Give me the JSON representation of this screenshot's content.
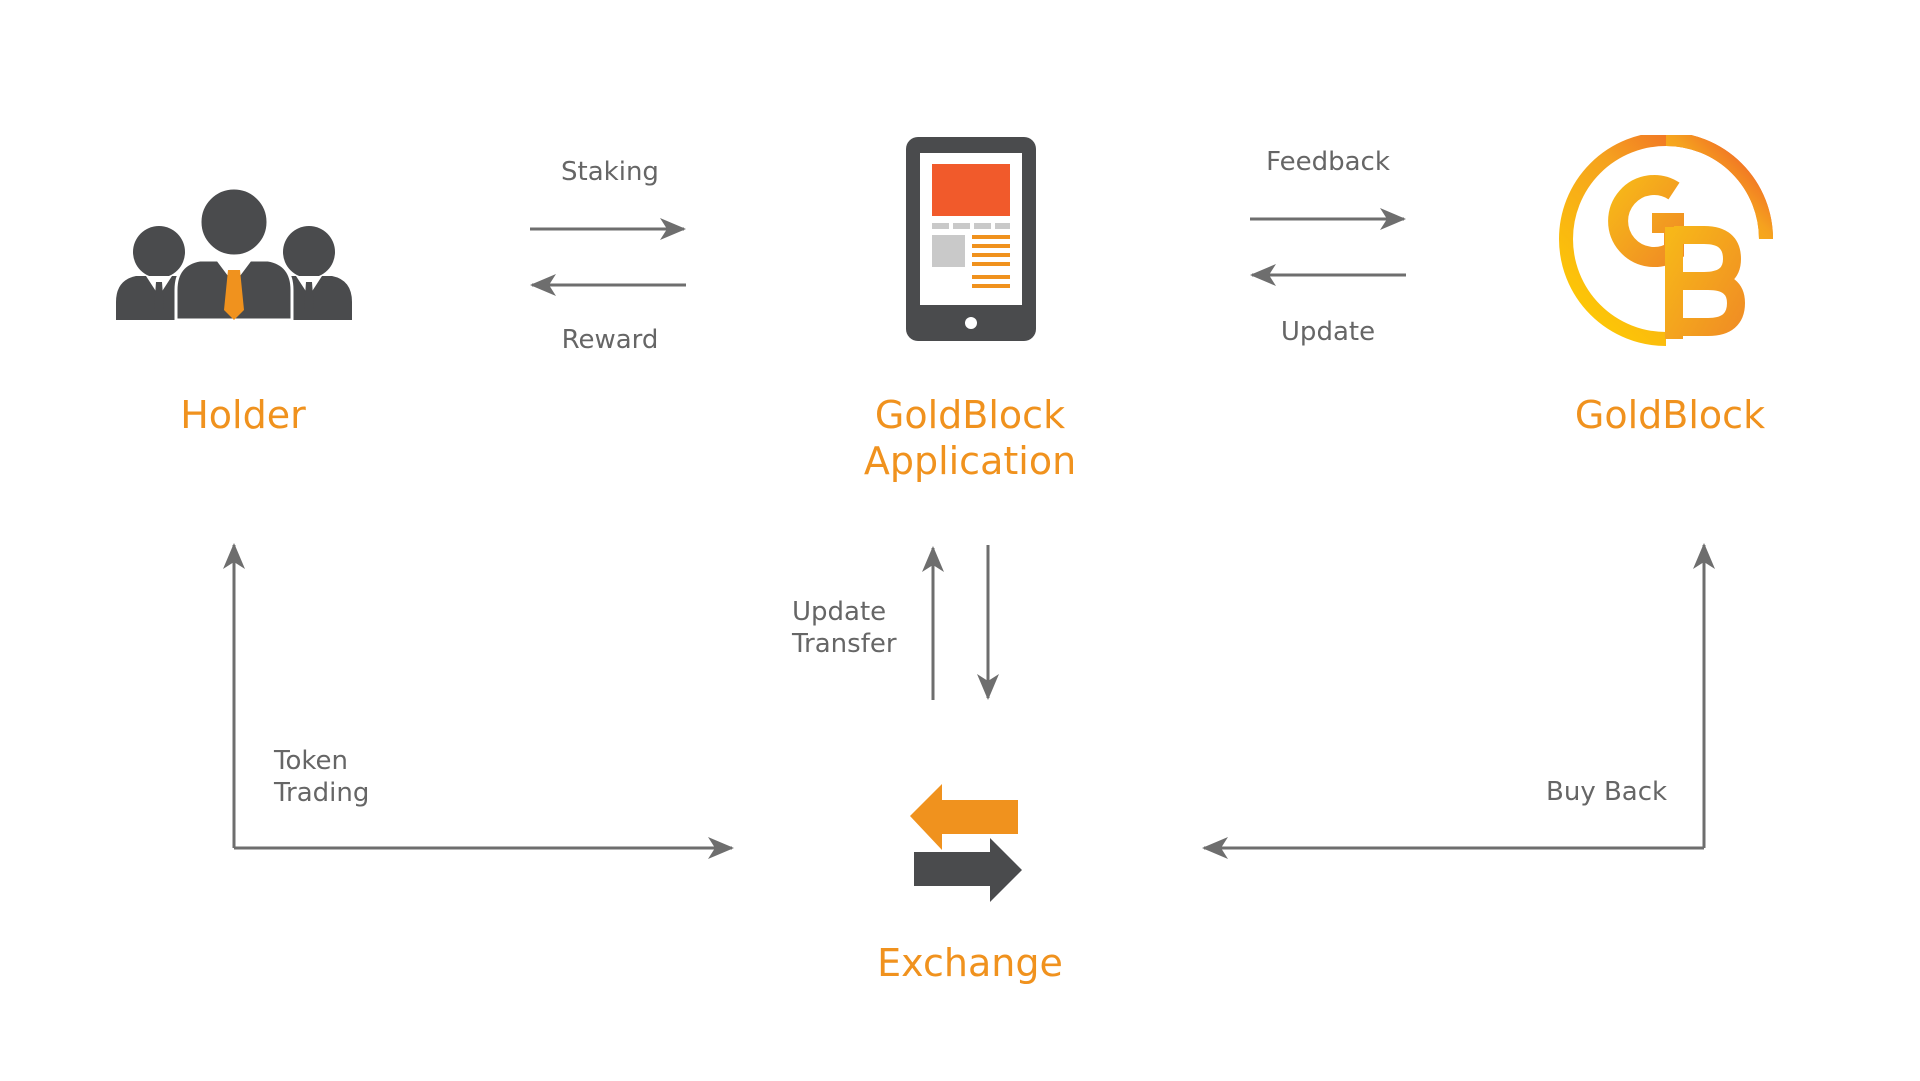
{
  "colors": {
    "accent_orange": "#f0921e",
    "dark_gray": "#4a4b4d",
    "label_gray": "#666666",
    "arrow_gray": "#6e6e6e",
    "screen_red": "#f15a2b"
  },
  "nodes": {
    "holder": {
      "title": "Holder",
      "icon": "people-group-icon"
    },
    "app": {
      "title_line1": "GoldBlock",
      "title_line2": "Application",
      "icon": "tablet-icon"
    },
    "goldblock": {
      "title": "GoldBlock",
      "icon": "goldblock-logo",
      "logo_text": "GB"
    },
    "exchange": {
      "title": "Exchange",
      "icon": "exchange-arrows-icon"
    }
  },
  "edges": {
    "staking": "Staking",
    "reward": "Reward",
    "feedback": "Feedback",
    "update_top": "Update",
    "update_mid": "Update",
    "transfer": "Transfer",
    "token": "Token",
    "trading": "Trading",
    "buy_back": "Buy Back"
  }
}
